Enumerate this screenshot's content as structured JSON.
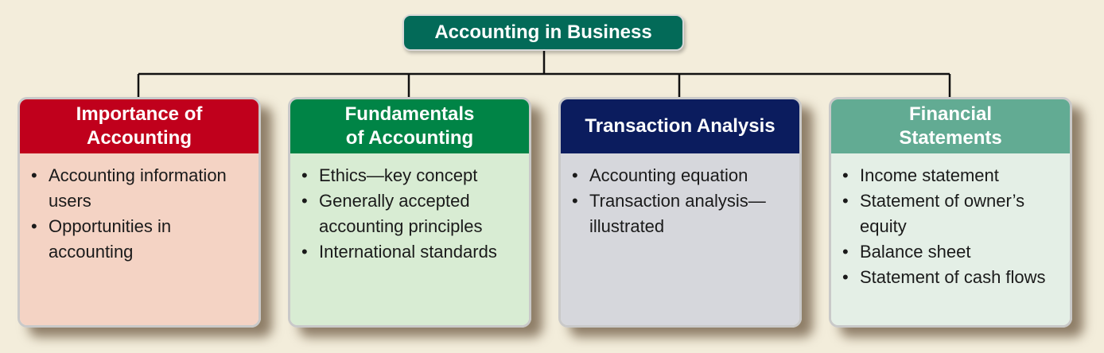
{
  "root": {
    "title": "Accounting in Business"
  },
  "colors": {
    "background": "#f3eddb",
    "root": "#036a58",
    "connector": "#111111"
  },
  "cards": [
    {
      "title": "Importance of\nAccounting",
      "header_color": "#c0001c",
      "body_color": "#f4d3c4",
      "items": [
        "Accounting information users",
        "Opportunities in accounting"
      ]
    },
    {
      "title": "Fundamentals\nof Accounting",
      "header_color": "#008446",
      "body_color": "#d8ecd3",
      "items": [
        "Ethics—key concept",
        "Generally accepted accounting principles",
        "International standards"
      ]
    },
    {
      "title": "Transaction Analysis",
      "header_color": "#0b1c5e",
      "body_color": "#d6d7dc",
      "items": [
        "Accounting equation",
        "Transaction analysis—illustrated"
      ]
    },
    {
      "title": "Financial\nStatements",
      "header_color": "#62ab93",
      "body_color": "#e4efe6",
      "items": [
        "Income statement",
        "Statement of owner’s equity",
        "Balance sheet",
        "Statement of cash flows"
      ]
    }
  ]
}
